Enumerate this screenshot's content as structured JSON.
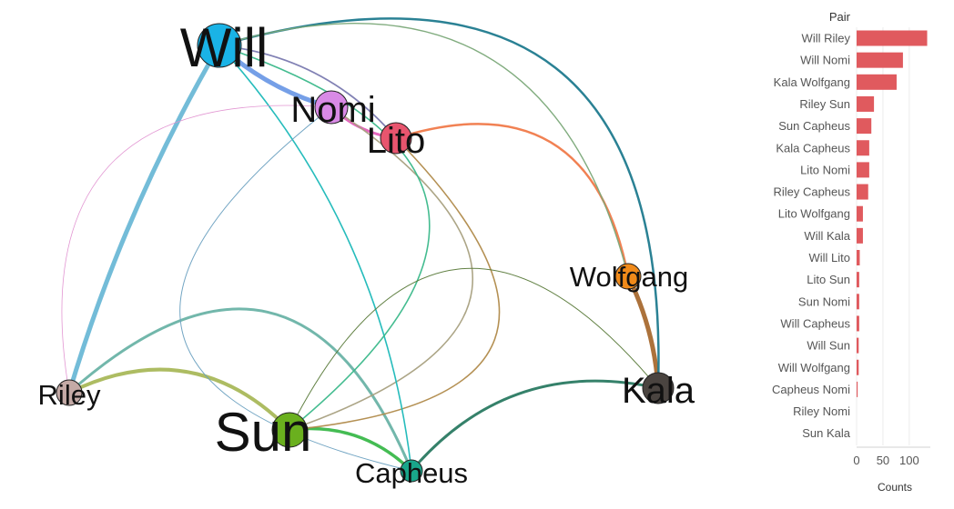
{
  "chart_data": [
    {
      "type": "network",
      "nodes": [
        {
          "name": "Will",
          "color": "#1ab3e6",
          "label_size": "xlarge"
        },
        {
          "name": "Nomi",
          "color": "#d98ae6",
          "label_size": "large"
        },
        {
          "name": "Lito",
          "color": "#e8556e",
          "label_size": "large"
        },
        {
          "name": "Wolfgang",
          "color": "#f08a1a",
          "label_size": "medium"
        },
        {
          "name": "Riley",
          "color": "#c4aaa6",
          "label_size": "medium"
        },
        {
          "name": "Kala",
          "color": "#4a4440",
          "label_size": "large"
        },
        {
          "name": "Sun",
          "color": "#6ab01e",
          "label_size": "xlarge"
        },
        {
          "name": "Capheus",
          "color": "#19a68a",
          "label_size": "medium"
        }
      ],
      "edges": [
        {
          "source": "Will",
          "target": "Riley",
          "color": "#6bb8d6"
        },
        {
          "source": "Will",
          "target": "Nomi",
          "color": "#6e9ae6"
        },
        {
          "source": "Kala",
          "target": "Wolfgang",
          "color": "#a86a30"
        },
        {
          "source": "Riley",
          "target": "Sun",
          "color": "#a9b85a"
        },
        {
          "source": "Sun",
          "target": "Capheus",
          "color": "#3ab84a"
        },
        {
          "source": "Kala",
          "target": "Capheus",
          "color": "#2a7a62"
        },
        {
          "source": "Lito",
          "target": "Nomi",
          "color": "#e060b8"
        },
        {
          "source": "Riley",
          "target": "Capheus",
          "color": "#6ab3a6"
        },
        {
          "source": "Lito",
          "target": "Wolfgang",
          "color": "#f07a4a"
        },
        {
          "source": "Will",
          "target": "Kala",
          "color": "#1f7a8e"
        },
        {
          "source": "Will",
          "target": "Lito",
          "color": "#7a7ab0"
        },
        {
          "source": "Lito",
          "target": "Sun",
          "color": "#b08a4a"
        },
        {
          "source": "Sun",
          "target": "Nomi",
          "color": "#a8a080"
        },
        {
          "source": "Will",
          "target": "Capheus",
          "color": "#1ab8b8"
        },
        {
          "source": "Will",
          "target": "Sun",
          "color": "#3ab88a"
        },
        {
          "source": "Will",
          "target": "Wolfgang",
          "color": "#7aa878"
        },
        {
          "source": "Capheus",
          "target": "Nomi",
          "color": "#6aa0c0"
        },
        {
          "source": "Riley",
          "target": "Nomi",
          "color": "#e090d0"
        },
        {
          "source": "Sun",
          "target": "Kala",
          "color": "#5a7a3a"
        }
      ]
    },
    {
      "type": "bar",
      "orientation": "horizontal",
      "column_header": "Pair",
      "xlabel": "Counts",
      "xlim": [
        0,
        140
      ],
      "xticks": [
        0,
        50,
        100
      ],
      "bar_color": "#e05a5e",
      "categories": [
        "Will Riley",
        "Will Nomi",
        "Kala Wolfgang",
        "Riley Sun",
        "Sun Capheus",
        "Kala Capheus",
        "Lito Nomi",
        "Riley Capheus",
        "Lito Wolfgang",
        "Will Kala",
        "Will Lito",
        "Lito Sun",
        "Sun Nomi",
        "Will Capheus",
        "Will Sun",
        "Will Wolfgang",
        "Capheus Nomi",
        "Riley Nomi",
        "Sun Kala"
      ],
      "values": [
        134,
        88,
        76,
        33,
        28,
        24,
        24,
        22,
        12,
        12,
        6,
        5,
        5,
        5,
        4,
        4,
        2,
        0,
        0
      ]
    }
  ]
}
